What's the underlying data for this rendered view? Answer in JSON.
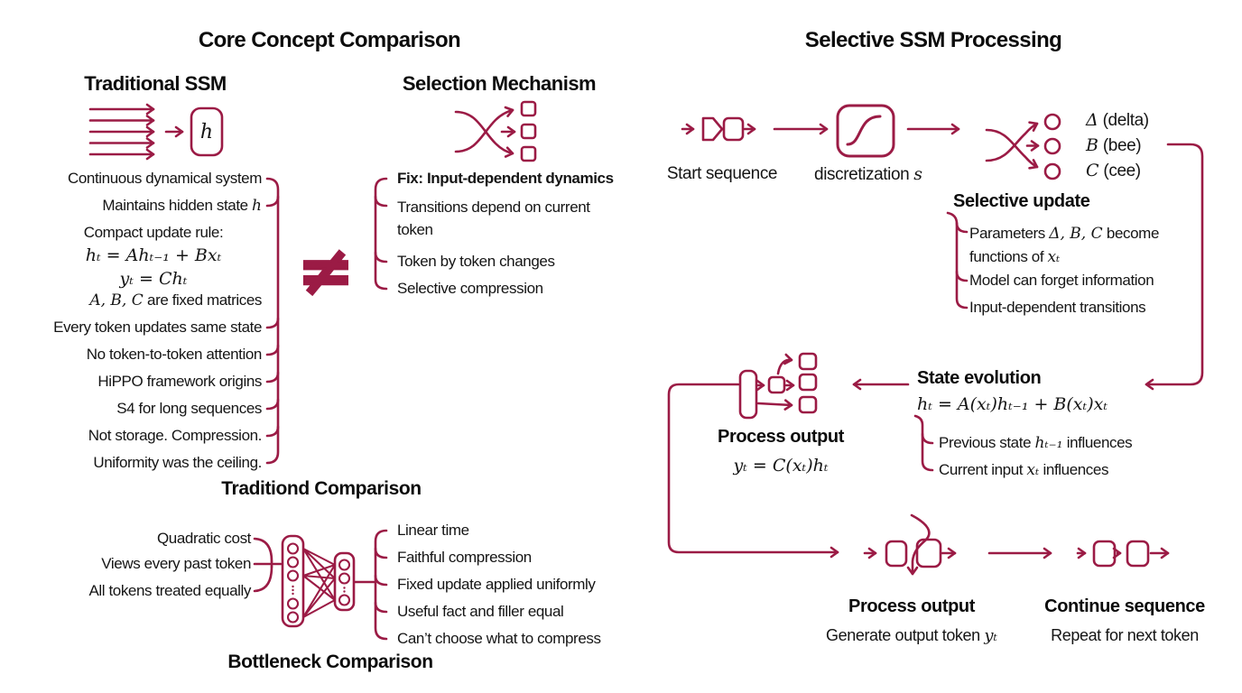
{
  "colors": {
    "accent": "#9b1b45",
    "ink": "#151515"
  },
  "left": {
    "title": "Core Concept Comparison",
    "traditional": {
      "heading": "Traditional SSM",
      "state_symbol": "h",
      "items": [
        "Continuous dynamical system",
        {
          "segments": [
            {
              "t": "Maintains hidden state "
            },
            {
              "m": "h"
            }
          ]
        },
        "Compact update rule:",
        "hₜ = Ahₜ₋₁ + Bxₜ",
        "yₜ = Chₜ",
        {
          "segments": [
            {
              "m": "A, B, C"
            },
            {
              "t": " are fixed matrices"
            }
          ]
        },
        "Every token updates same state",
        "No token-to-token attention",
        "HiPPO framework origins",
        "S4 for long sequences",
        "Not storage. Compression.",
        "Uniformity was the ceiling."
      ]
    },
    "not_equal": "≠",
    "selection": {
      "heading": "Selection Mechanism",
      "items": [
        "Fix: Input-dependent dynamics",
        "Transitions depend on current token",
        "Token by token changes",
        "Selective compression"
      ]
    },
    "mid_heading": "Traditiond Comparison",
    "bottleneck": {
      "left_items": [
        "Quadratic cost",
        "Views every past token",
        "All tokens treated equally"
      ],
      "right_items": [
        "Linear time",
        "Faithful compression",
        "Fixed update applied uniformly",
        "Useful fact and filler equal",
        "Can’t choose what to compress"
      ],
      "heading": "Bottleneck Comparison"
    }
  },
  "right": {
    "title": "Selective SSM Processing",
    "flow": {
      "start_label": "Start sequence",
      "discretization": {
        "segments": [
          {
            "t": "discretization "
          },
          {
            "m": "s"
          }
        ]
      },
      "params": [
        {
          "segments": [
            {
              "m": "Δ"
            },
            {
              "t": " (delta)"
            }
          ]
        },
        {
          "segments": [
            {
              "m": "B"
            },
            {
              "t": " (bee)"
            }
          ]
        },
        {
          "segments": [
            {
              "m": "C"
            },
            {
              "t": " (cee)"
            }
          ]
        }
      ]
    },
    "selective_update": {
      "heading": "Selective update",
      "items": [
        {
          "segments": [
            {
              "t": "Parameters "
            },
            {
              "m": "Δ, B, C"
            },
            {
              "t": " become functions of "
            },
            {
              "m": "xₜ"
            }
          ]
        },
        "Model can forget information",
        "Input-dependent transitions"
      ]
    },
    "state_evolution": {
      "heading": "State evolution",
      "equation": "hₜ = A(xₜ)hₜ₋₁ + B(xₜ)xₜ",
      "items": [
        {
          "segments": [
            {
              "t": "Previous state "
            },
            {
              "m": "hₜ₋₁"
            },
            {
              "t": " influences"
            }
          ]
        },
        {
          "segments": [
            {
              "t": "Current input "
            },
            {
              "m": "xₜ"
            },
            {
              "t": " influences"
            }
          ]
        }
      ]
    },
    "process_top": {
      "heading": "Process output",
      "equation": "yₜ = C(xₜ)hₜ"
    },
    "process_bottom": {
      "heading": "Process output",
      "caption": {
        "segments": [
          {
            "t": "Generate output token "
          },
          {
            "m": "yₜ"
          }
        ]
      }
    },
    "continue": {
      "heading": "Continue sequence",
      "caption": "Repeat for next token"
    }
  }
}
